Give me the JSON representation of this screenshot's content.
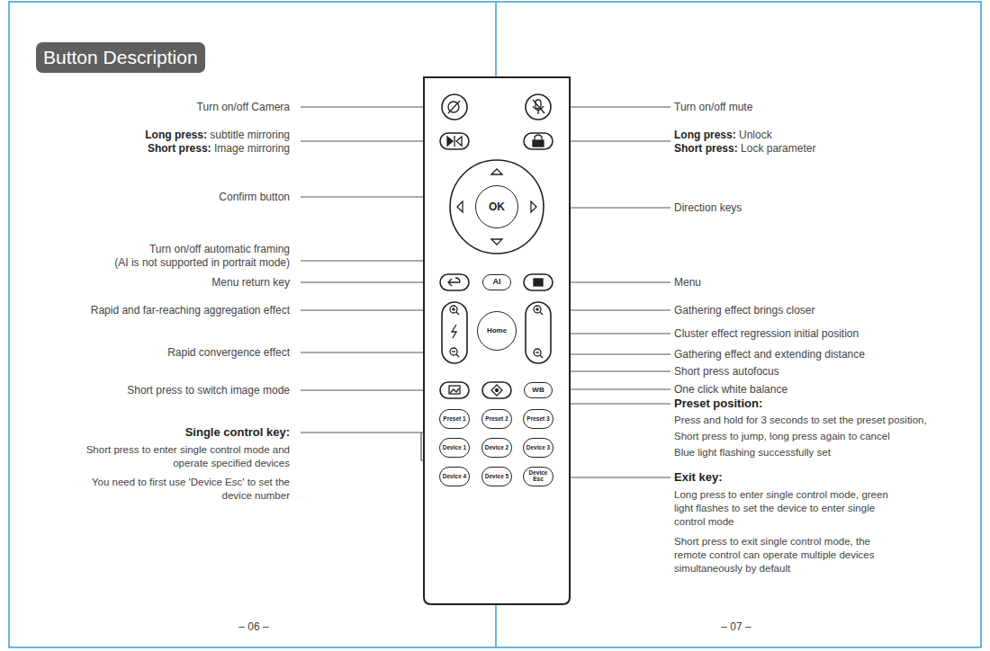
{
  "diagram": {
    "title": "Button Description",
    "nodes": [
      {
        "text": [
          "OK"
        ]
      },
      {
        "text": [
          "AI"
        ]
      },
      {
        "text": [
          "Home"
        ]
      },
      {
        "text": [
          "WB"
        ]
      },
      {
        "text": [
          "Preset 1"
        ]
      },
      {
        "text": [
          "Preset 2"
        ]
      },
      {
        "text": [
          "Preset 3"
        ]
      },
      {
        "text": [
          "Device 1"
        ]
      },
      {
        "text": [
          "Device 2"
        ]
      },
      {
        "text": [
          "Device 3"
        ]
      },
      {
        "text": [
          "Device 4"
        ]
      },
      {
        "text": [
          "Device 5"
        ]
      },
      {
        "text": [
          "Device Esc"
        ]
      }
    ],
    "labels": [
      "Turn on/off Camera",
      "Long press:",
      "subtitle mirroring",
      "Short press:",
      "Image mirroring",
      "Confirm button",
      "Turn on/off automatic framing",
      "(AI is not supported in portrait mode)",
      "Menu return key",
      "Rapid and far-reaching aggregation effect",
      "Rapid convergence effect",
      "Short press to switch image mode",
      "Single control key:",
      "Short press to enter single control mode and operate specified devices",
      "You need to first use 'Device Esc' to set the device number",
      "– 06 –",
      "Turn on/off mute",
      "Long press:",
      "Unlock",
      "Short press:",
      "Lock parameter",
      "Direction keys",
      "Menu",
      "Gathering effect brings closer",
      "Cluster effect regression initial position",
      "Gathering effect and extending distance",
      "Short press autofocus",
      "One click white balance",
      "Preset position:",
      "Press and hold for 3 seconds to set the preset position,",
      "Short press to jump, long press again to cancel",
      "Blue light flashing successfully set",
      "Exit key:",
      "Long press to enter single control mode, green light flashes to set the device to enter single control mode",
      "Short press to exit single control mode, the remote control can operate multiple devices simultaneously by default",
      "– 07 –"
    ]
  }
}
